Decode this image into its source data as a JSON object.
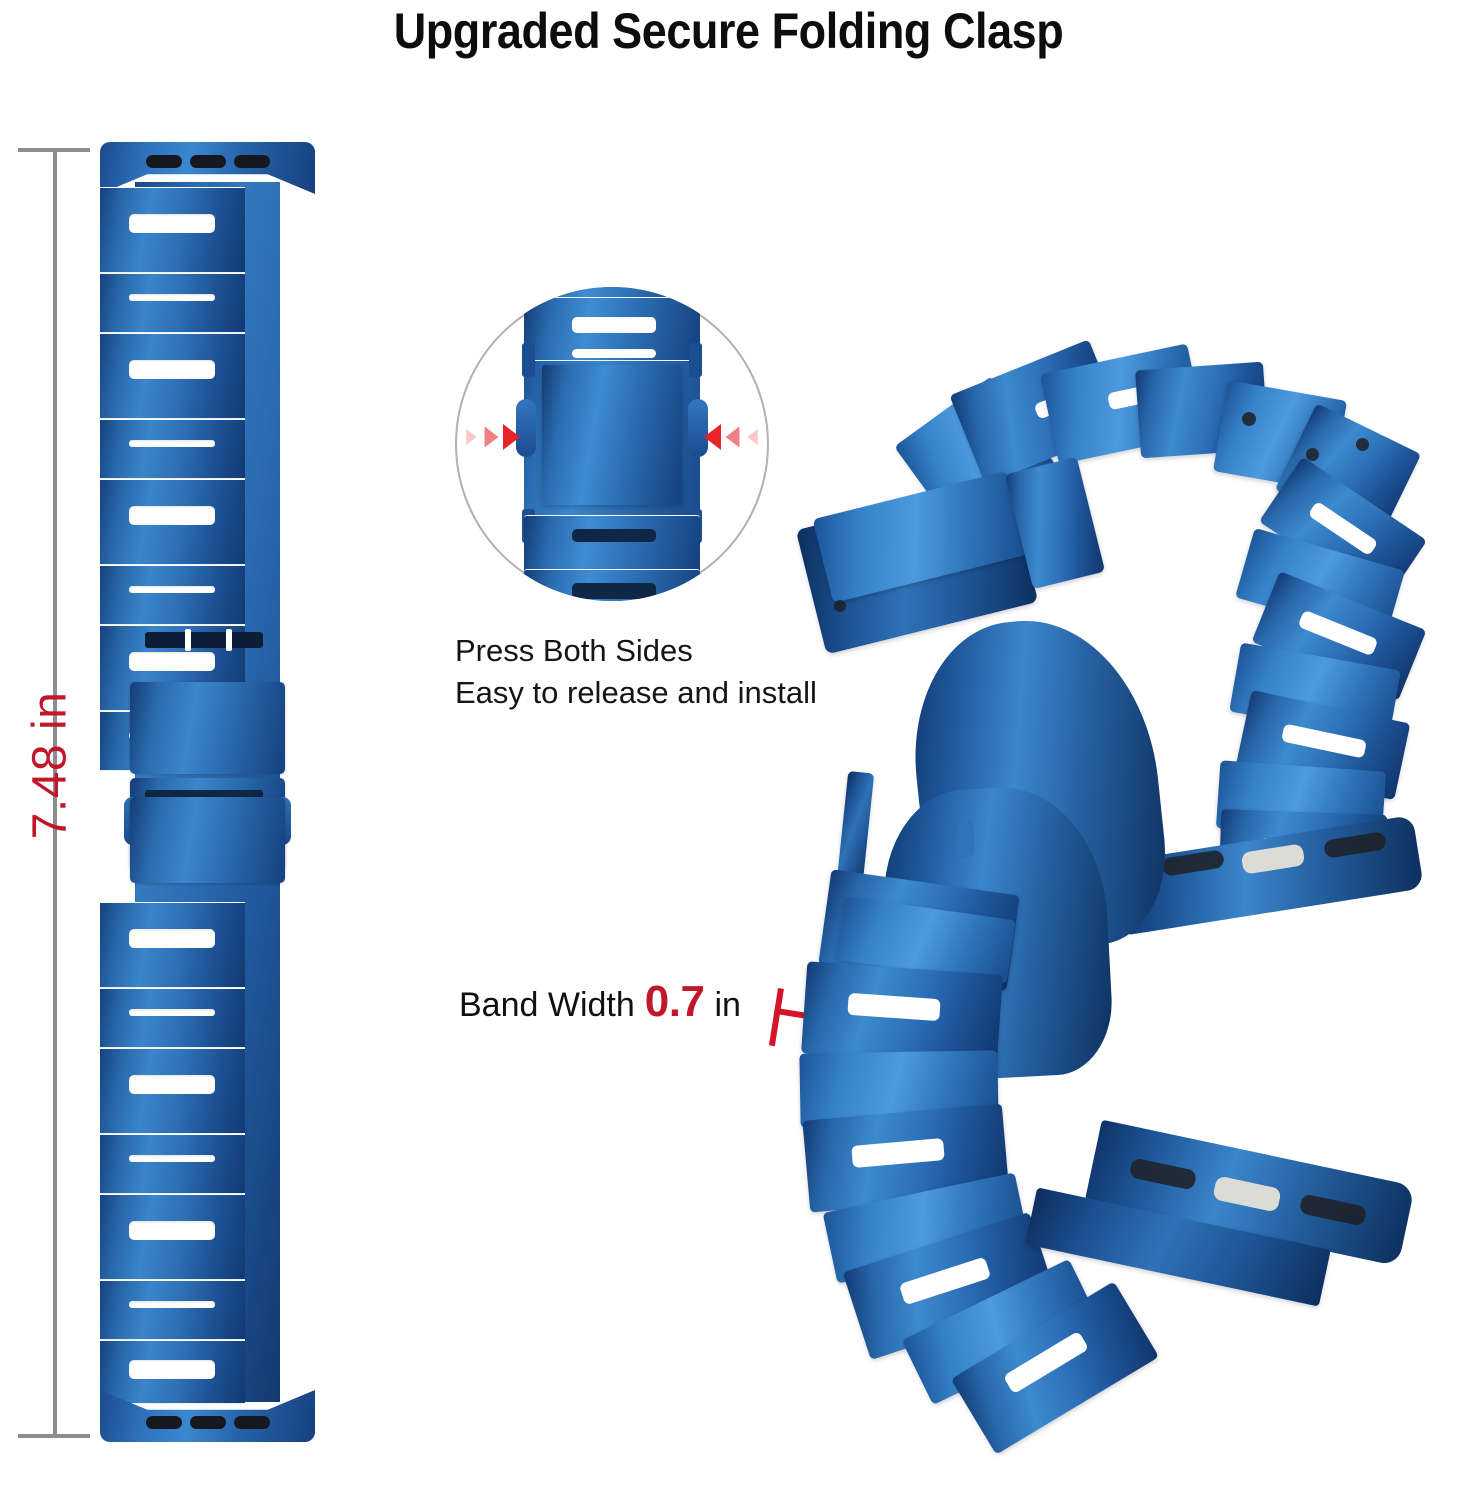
{
  "title": "Upgraded Secure Folding Clasp",
  "dimension": {
    "length_label": "7.48 in",
    "length_value": 7.48,
    "length_unit": "in",
    "ruler_color": "#8d8d8d",
    "label_color": "#c0182a"
  },
  "inset": {
    "caption_line1": "Press Both Sides",
    "caption_line2": "Easy to release and install",
    "arrow_color": "#e8232a",
    "ring_color": "#b0b0b0"
  },
  "band_width": {
    "prefix": "Band Width",
    "value": "0.7",
    "unit": "in",
    "value_color": "#c0182a",
    "bracket_color": "#d3142b"
  },
  "product": {
    "material_color": "#2a6cb0",
    "highlight_color": "#3d8ace",
    "shadow_color": "#10356c"
  }
}
